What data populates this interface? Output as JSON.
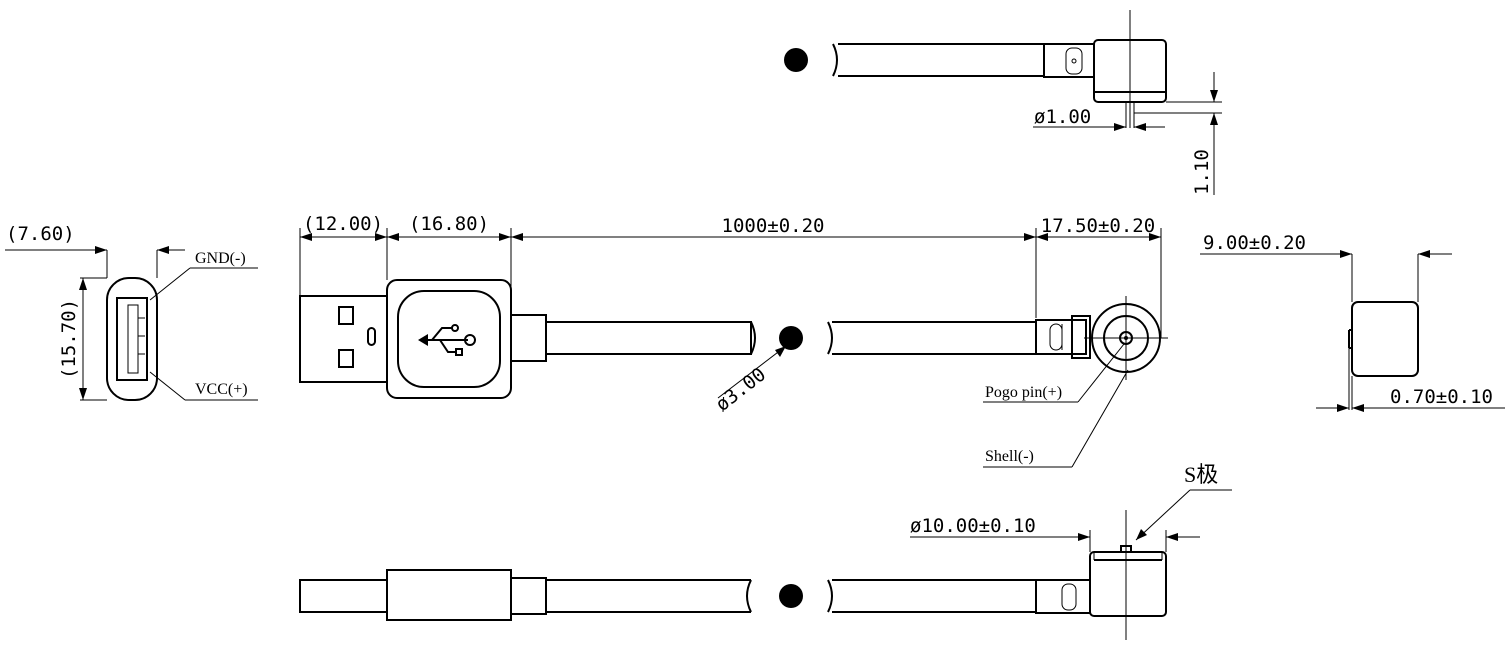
{
  "dimensions": {
    "plug_depth": "(7.60)",
    "plug_height": "(15.70)",
    "plug_length": "(12.00)",
    "housing_length": "(16.80)",
    "cable_length": "1000±0.20",
    "connector_length": "17.50±0.20",
    "pin_diameter": "ø1.00",
    "pin_height": "1.10",
    "cable_diameter": "ø3.00",
    "head_height": "9.00±0.20",
    "pin_protrusion": "0.70±0.10",
    "head_diameter": "ø10.00±0.10"
  },
  "labels": {
    "gnd": "GND(-)",
    "vcc": "VCC(+)",
    "pogo": "Pogo pin(+)",
    "shell": "Shell(-)",
    "s_pole": "S极"
  },
  "icons": {
    "usb": "usb-icon"
  }
}
